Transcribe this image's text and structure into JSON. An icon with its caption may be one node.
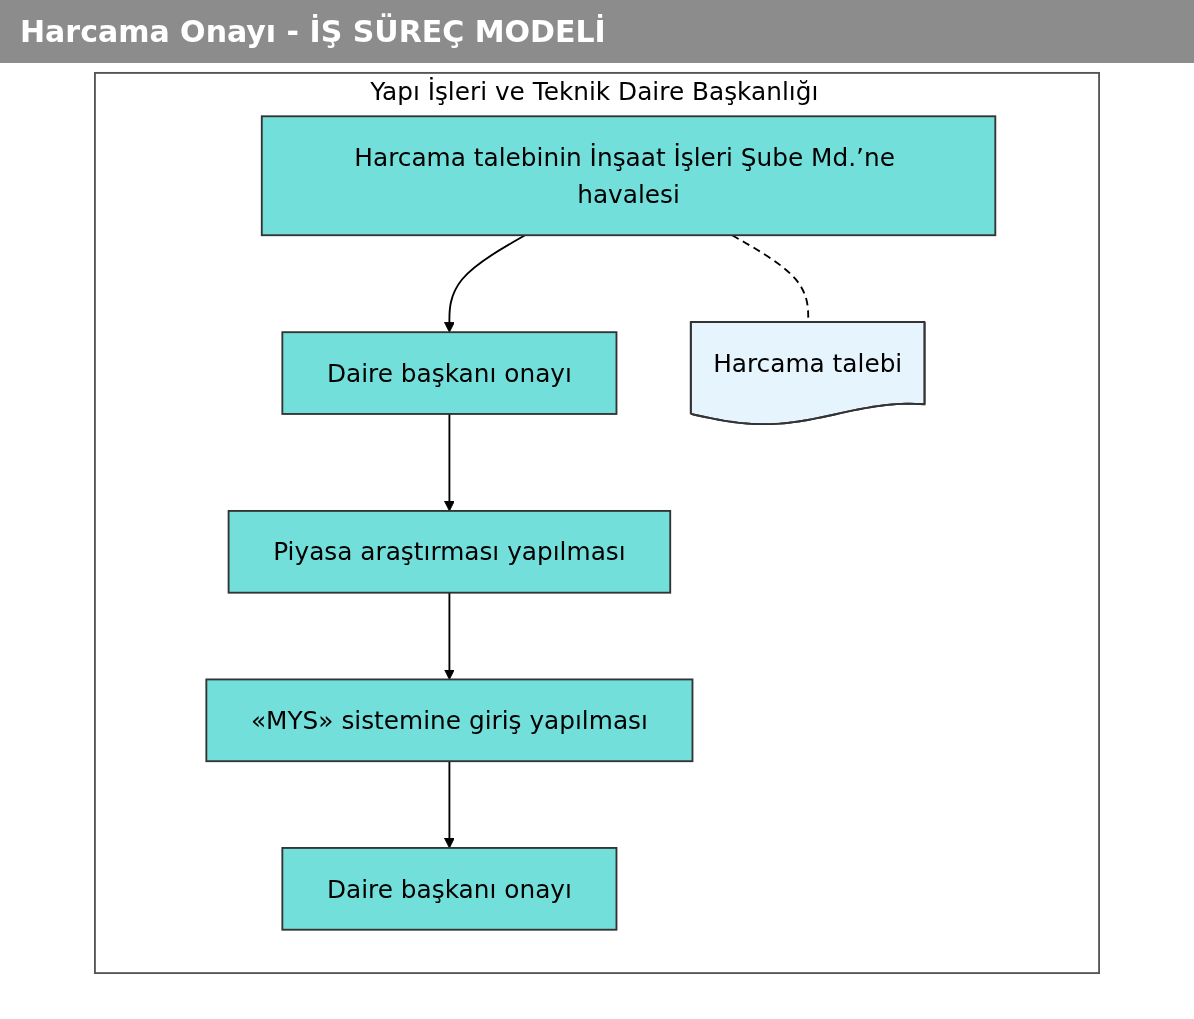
{
  "diagram": {
    "title": "Harcama Onayı - İŞ SÜREÇ MODELİ",
    "nodes": [
      {
        "text": [
          "Yapı İşleri ve Teknik Daire Başkanlığı"
        ]
      },
      {
        "text": [
          "Harcama talebinin İnşaat İşleri Şube Md.’ne havalesi"
        ],
        "in": 0
      },
      {
        "text": [
          "Daire başkanı onayı"
        ],
        "in": 0
      },
      {
        "text": [
          "Piyasa araştırması yapılması"
        ],
        "in": 0
      },
      {
        "text": [
          "«MYS» sistemine giriş yapılması"
        ],
        "in": 0
      },
      {
        "text": [
          "Daire başkanı onayı"
        ],
        "in": 0
      },
      {
        "text": [
          "Harcama talebi"
        ],
        "in": 0
      }
    ],
    "edges": [
      {
        "from": 1,
        "to": 2,
        "arrow": "to"
      },
      {
        "from": 2,
        "to": 3,
        "arrow": "to"
      },
      {
        "from": 3,
        "to": 4,
        "arrow": "to"
      },
      {
        "from": 4,
        "to": 5,
        "arrow": "to"
      },
      {
        "from": 1,
        "to": 6,
        "arrow": "none",
        "style": "dashed"
      }
    ]
  }
}
